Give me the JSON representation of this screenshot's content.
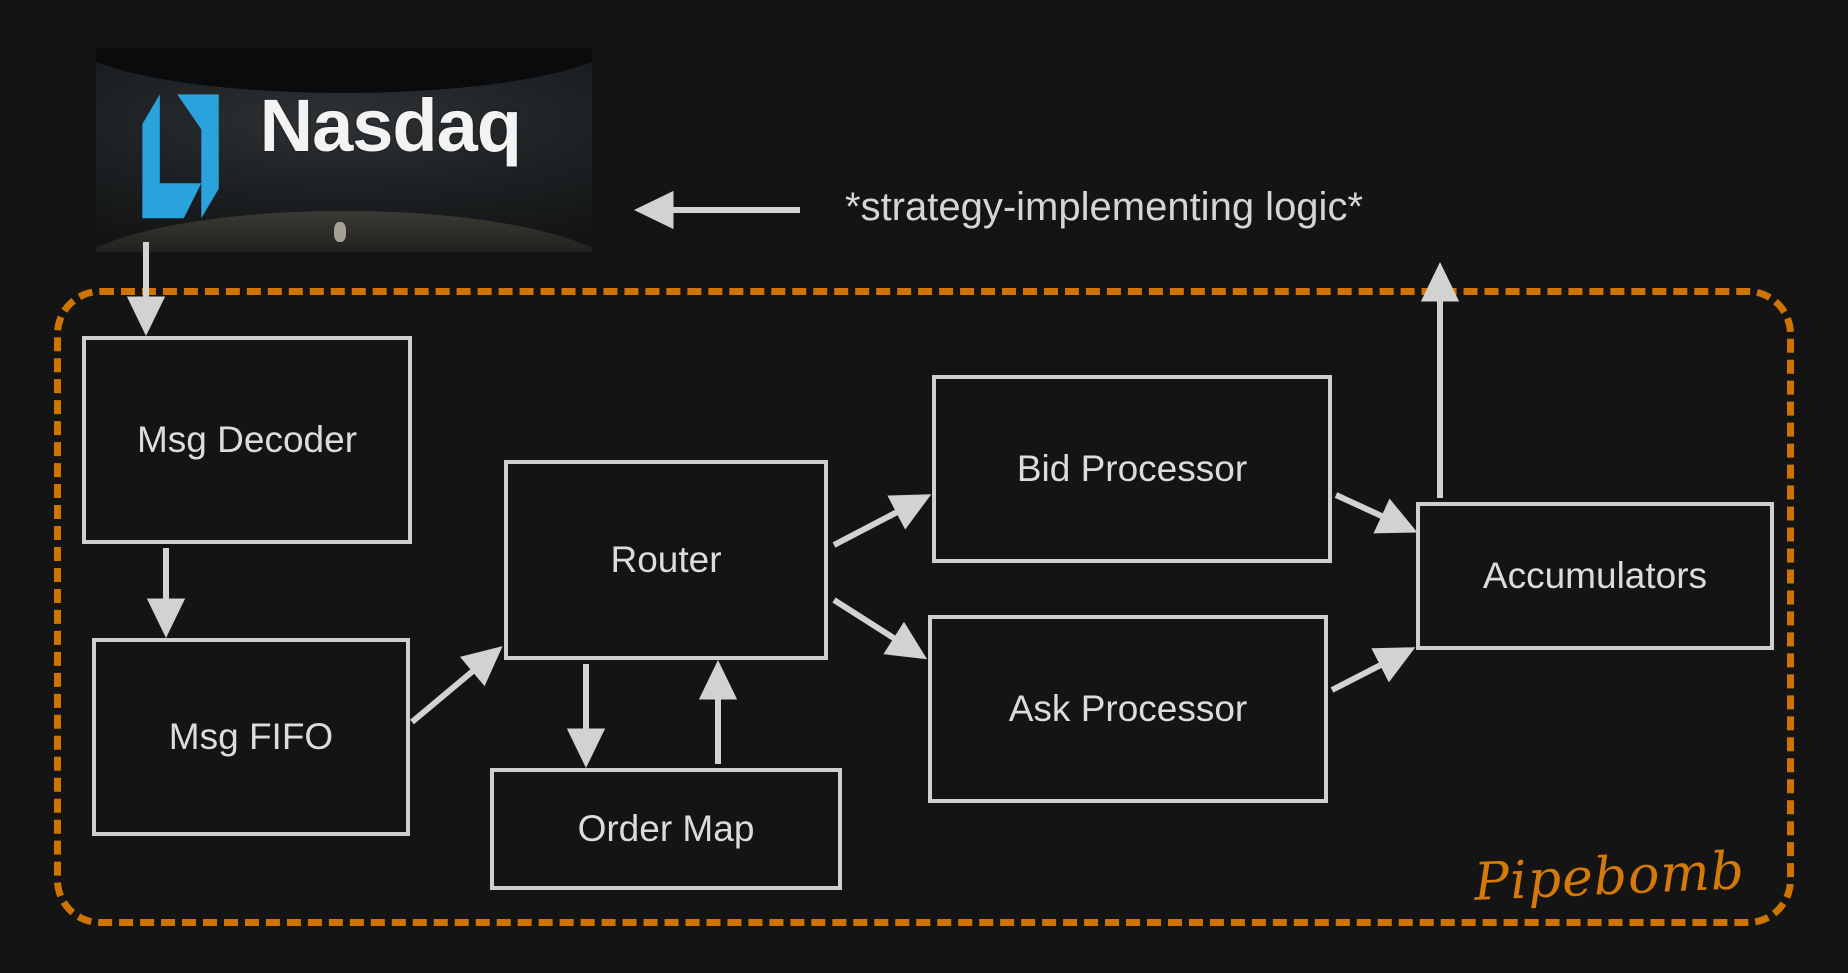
{
  "diagram": {
    "title": "Pipebomb market-data pipeline",
    "background_color": "#141414",
    "box_border_color": "#cfcfcf",
    "box_text_color": "#dcdcdc",
    "arrow_color": "#d2d2d2",
    "container_color": "#cf7400",
    "container_label": "Pipebomb",
    "annotation": "*strategy-implementing logic*",
    "source_image": {
      "wordmark": "Nasdaq",
      "logo_color": "#2aa3dd",
      "wordmark_color": "#f3f3f3"
    },
    "nodes": [
      {
        "id": "msg-decoder",
        "label": "Msg Decoder"
      },
      {
        "id": "msg-fifo",
        "label": "Msg FIFO"
      },
      {
        "id": "router",
        "label": "Router"
      },
      {
        "id": "order-map",
        "label": "Order Map"
      },
      {
        "id": "bid-processor",
        "label": "Bid Processor"
      },
      {
        "id": "ask-processor",
        "label": "Ask Processor"
      },
      {
        "id": "accumulators",
        "label": "Accumulators"
      }
    ],
    "edges": [
      {
        "from": "nasdaq",
        "to": "msg-decoder"
      },
      {
        "from": "msg-decoder",
        "to": "msg-fifo"
      },
      {
        "from": "msg-fifo",
        "to": "router"
      },
      {
        "from": "router",
        "to": "order-map"
      },
      {
        "from": "order-map",
        "to": "router"
      },
      {
        "from": "router",
        "to": "bid-processor"
      },
      {
        "from": "router",
        "to": "ask-processor"
      },
      {
        "from": "bid-processor",
        "to": "accumulators"
      },
      {
        "from": "ask-processor",
        "to": "accumulators"
      },
      {
        "from": "accumulators",
        "to": "strategy-logic"
      },
      {
        "from": "strategy-logic",
        "to": "nasdaq"
      }
    ]
  }
}
